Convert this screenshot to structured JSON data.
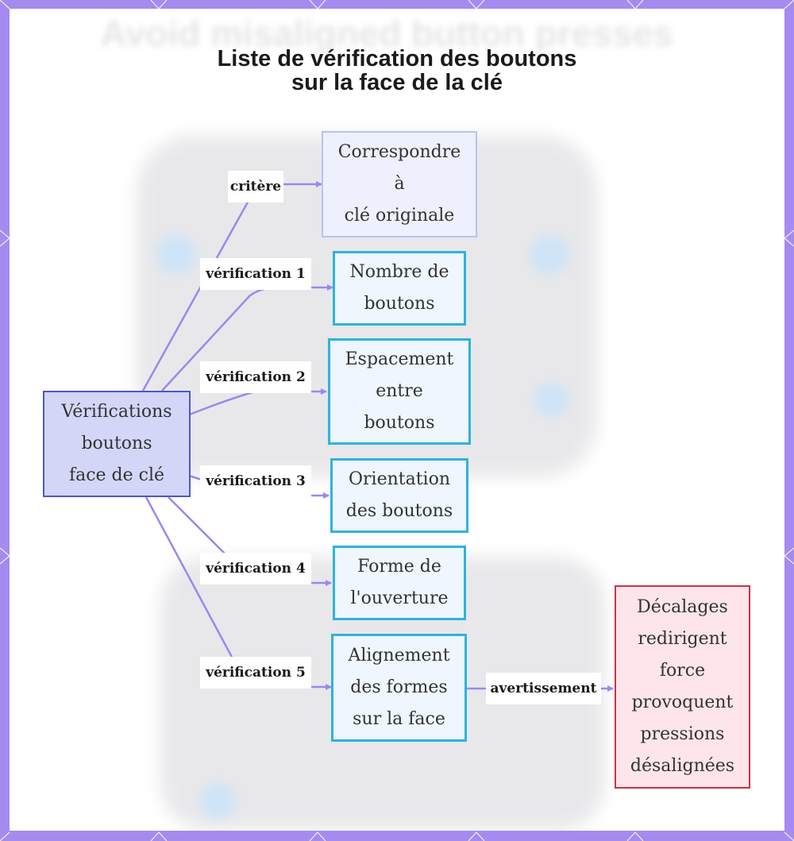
{
  "title": {
    "line1": "Liste de vérification des boutons",
    "line2": "sur la face de la clé"
  },
  "background": {
    "caption": "Avoid misaligned button presses"
  },
  "colors": {
    "frame": "#a58bf0",
    "edge": "#9f86ee",
    "root_fill": "#d3d6f7",
    "root_border": "#4d57c7",
    "check_border": "#2eb3db",
    "warning_fill": "#fde5ea",
    "warning_border": "#cb3346"
  },
  "nodes": {
    "root": {
      "lines": [
        "Vérifications",
        "boutons",
        "face de clé"
      ]
    },
    "criterion": {
      "lines": [
        "Correspondre",
        "à",
        "clé originale"
      ]
    },
    "check1": {
      "lines": [
        "Nombre de",
        "boutons"
      ]
    },
    "check2": {
      "lines": [
        "Espacement",
        "entre",
        "boutons"
      ]
    },
    "check3": {
      "lines": [
        "Orientation",
        "des boutons"
      ]
    },
    "check4": {
      "lines": [
        "Forme de",
        "l'ouverture"
      ]
    },
    "check5": {
      "lines": [
        "Alignement",
        "des formes",
        "sur la face"
      ]
    },
    "warning": {
      "lines": [
        "Décalages",
        "redirigent",
        "force",
        "provoquent",
        "pressions",
        "désalignées"
      ]
    }
  },
  "edges": {
    "criterion": "critère",
    "check1": "vérification 1",
    "check2": "vérification 2",
    "check3": "vérification 3",
    "check4": "vérification 4",
    "check5": "vérification 5",
    "warning": "avertissement"
  }
}
